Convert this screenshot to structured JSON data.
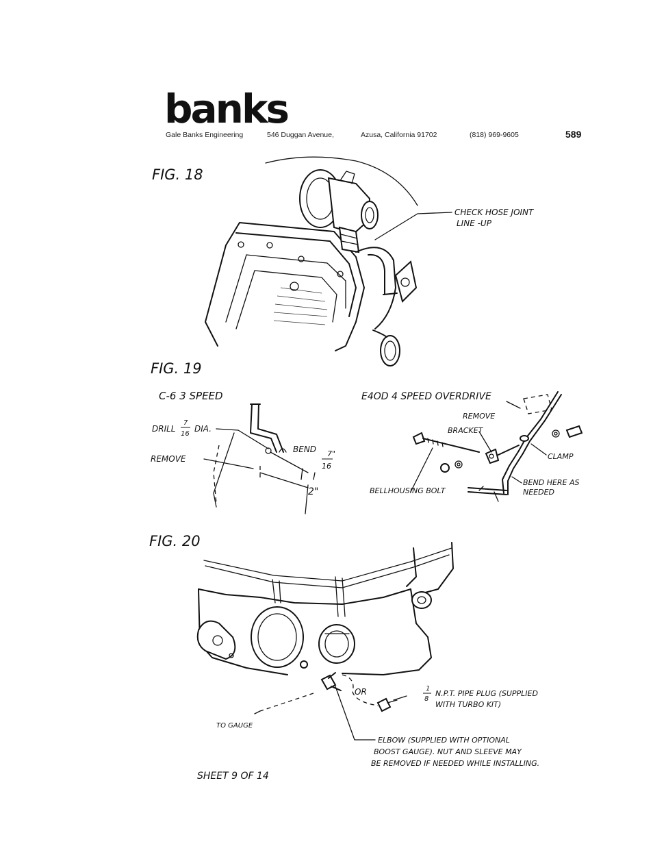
{
  "header": {
    "logo_text": "banks",
    "company": "Gale Banks Engineering",
    "street": "546 Duggan Avenue,",
    "city": "Azusa, California 91702",
    "phone": "(818) 969-9605",
    "page_number": "589"
  },
  "fig18": {
    "title": "FIG. 18",
    "callout_line1": "CHECK HOSE JOINT",
    "callout_line2": "LINE -UP"
  },
  "fig19": {
    "title": "FIG. 19",
    "left_title": "C-6 3 SPEED",
    "drill_label": "DRILL",
    "drill_num": "7",
    "drill_den": "16",
    "drill_suffix": "DIA.",
    "remove_label": "REMOVE",
    "bend_label": "BEND",
    "bend_num": "7\"",
    "bend_den": "16",
    "dim_label": "2\"",
    "right_title": "E4OD 4 SPEED OVERDRIVE",
    "remove_bracket_1": "REMOVE",
    "remove_bracket_2": "BRACKET",
    "clamp_label": "CLAMP",
    "bellhousing_label": "BELLHOUSING BOLT",
    "bend_here_1": "BEND HERE AS",
    "bend_here_2": "NEEDED"
  },
  "fig20": {
    "title": "FIG. 20",
    "or_label": "OR",
    "plug_num": "1",
    "plug_den": "8",
    "plug_line1": "N.P.T. PIPE PLUG (SUPPLIED",
    "plug_line2": "WITH TURBO KIT)",
    "gauge_label": "TO GAUGE",
    "elbow_line1": "ELBOW (SUPPLIED WITH OPTIONAL",
    "elbow_line2": "BOOST GAUGE). NUT AND SLEEVE MAY",
    "elbow_line3": "BE REMOVED IF NEEDED WHILE INSTALLING."
  },
  "footer": {
    "sheet": "SHEET 9 OF 14"
  }
}
